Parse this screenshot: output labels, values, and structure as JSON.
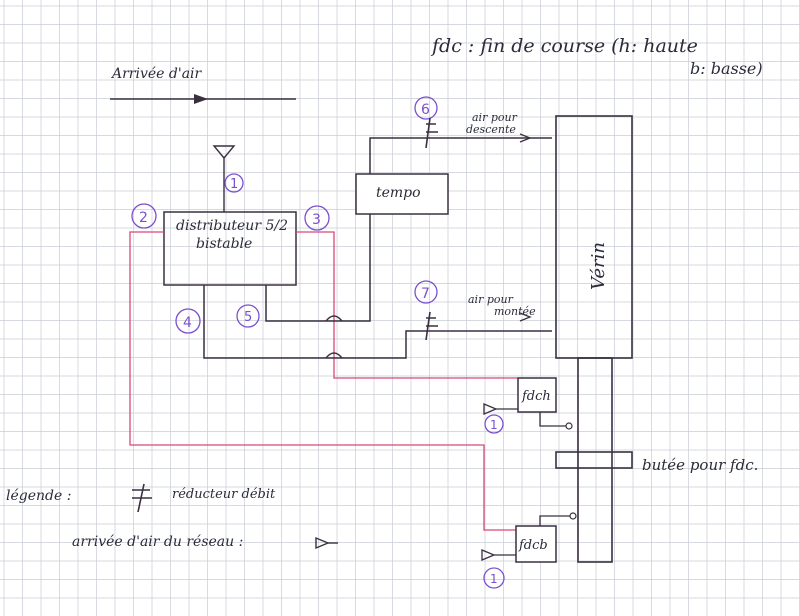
{
  "colors": {
    "paper": "#ffffff",
    "grid": "#c9ccd6",
    "ink": "#3a3040",
    "pen_blue": "#2b2b3a",
    "pen_pink": "#d9487a",
    "number_purple": "#7b4fd0"
  },
  "legend_top": {
    "line1": "fdc : fin de course (h: haute",
    "line2": "b: basse)"
  },
  "air_arrival_label": "Arrivée d'air",
  "distributor": {
    "line1": "distributeur 5/2",
    "line2": "bistable"
  },
  "tempo_label": "tempo",
  "cylinder_label": "Vérin",
  "air_descent": {
    "line1": "air pour",
    "line2": "descente"
  },
  "air_rise": {
    "line1": "air pour",
    "line2": "montée"
  },
  "fdch_label": "fdch",
  "fdcb_label": "fdcb",
  "stop_label": "butée pour fdc.",
  "ports": {
    "p1": "1",
    "p2": "2",
    "p3": "3",
    "p4": "4",
    "p5": "5",
    "p6": "6",
    "p7": "7",
    "p1_fdch": "1",
    "p1_fdcb": "1"
  },
  "legend_bottom": {
    "title": "légende :",
    "reducer": "réducteur débit",
    "network_air": "arrivée d'air du réseau :"
  }
}
